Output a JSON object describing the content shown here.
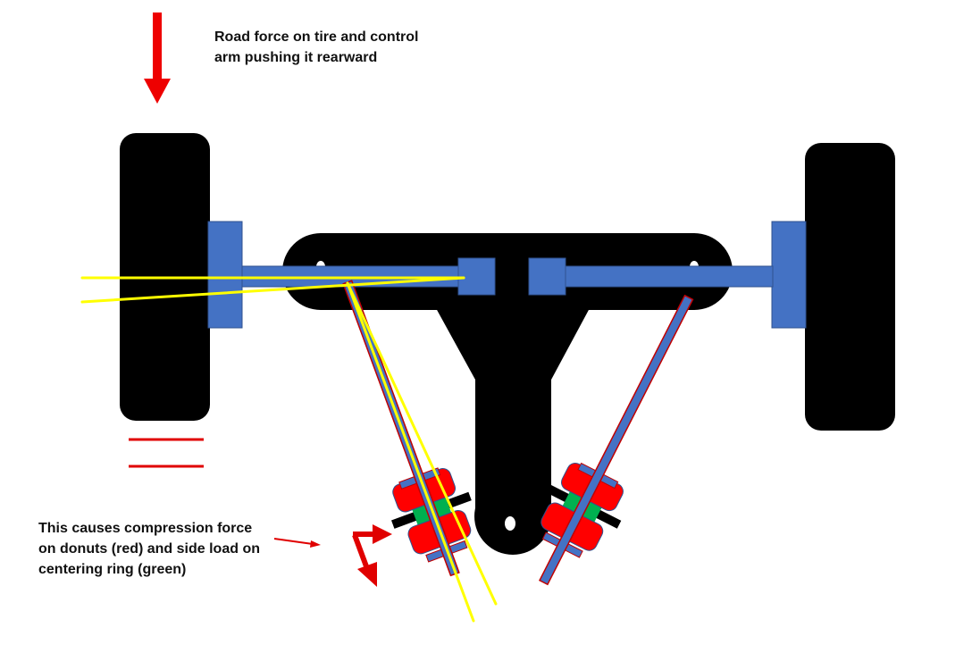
{
  "annotations": {
    "road_force_lines": [
      "Road force on tire and control",
      "arm pushing it rearward"
    ],
    "compression_lines": [
      "This causes compression force",
      "on donuts (red) and side load on",
      "centering ring (green)"
    ]
  },
  "colors": {
    "tire": "#000000",
    "frame": "#000000",
    "arm": "#4472c4",
    "arm_outline": "#c00000",
    "donut": "#ff0000",
    "centering_ring": "#00b050",
    "force_line": "#ffff00",
    "arrow": "#e00000",
    "background": "#ffffff"
  }
}
